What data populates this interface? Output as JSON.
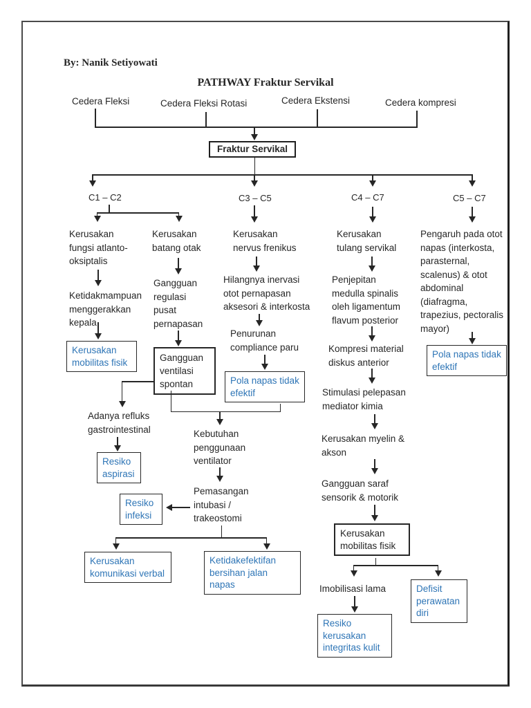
{
  "page": {
    "byline": "By: Nanik Setiyowati",
    "title": "PATHWAY Fraktur Servikal"
  },
  "colors": {
    "diagnosis_blue": "#2E75B6",
    "line_black": "#262626",
    "paper": "#ffffff"
  },
  "causes": [
    "Cedera Fleksi",
    "Cedera Fleksi Rotasi",
    "Cedera Ekstensi",
    "Cedera kompresi"
  ],
  "root": {
    "label": "Fraktur Servikal"
  },
  "segments": [
    "C1 – C2",
    "C3 – C5",
    "C4 – C7",
    "C5 – C7"
  ],
  "nodes": {
    "atlanto": [
      "Kerusakan",
      "fungsi atlanto-",
      "oksiptalis"
    ],
    "kepala": [
      "Ketidakmampuan",
      "menggerakkan",
      "kepala"
    ],
    "mobilitas1": [
      "Kerusakan",
      "mobilitas fisik"
    ],
    "batang": [
      "Kerusakan",
      "batang otak"
    ],
    "regulasi": [
      "Gangguan",
      "regulasi",
      "pusat",
      "pernapasan"
    ],
    "ventilasi": [
      "Gangguan",
      "ventilasi",
      "spontan"
    ],
    "frenikus": [
      "Kerusakan",
      "nervus frenikus"
    ],
    "inervasi": [
      "Hilangnya inervasi",
      "otot pernapasan",
      "aksesori & interkosta"
    ],
    "compliance": [
      "Penurunan",
      "compliance paru"
    ],
    "polanapas1": [
      "Pola napas tidak",
      "efektif"
    ],
    "tulang": [
      "Kerusakan",
      "tulang servikal"
    ],
    "penjepitan": [
      "Penjepitan",
      "medulla spinalis",
      "oleh ligamentum",
      "flavum posterior"
    ],
    "kompresi": [
      "Kompresi material",
      "diskus anterior"
    ],
    "stimulasi": [
      "Stimulasi pelepasan",
      "mediator kimia"
    ],
    "myelin": [
      "Kerusakan myelin &",
      "akson"
    ],
    "saraf": [
      "Gangguan saraf",
      "sensorik & motorik"
    ],
    "mobilitas2": [
      "Kerusakan",
      "mobilitas fisik"
    ],
    "imobilisasi": [
      "Imobilisasi lama"
    ],
    "integritas": [
      "Resiko",
      "kerusakan",
      "integritas kulit"
    ],
    "defisit": [
      "Defisit",
      "perawatan",
      "diri"
    ],
    "pengaruh": [
      "Pengaruh pada otot",
      "napas (interkosta,",
      "parasternal,",
      "scalenus) & otot",
      "abdominal",
      "(diafragma,",
      "trapezius, pectoralis",
      "mayor)"
    ],
    "polanapas2": [
      "Pola napas tidak",
      "efektif"
    ],
    "refluks": [
      "Adanya refluks",
      "gastrointestinal"
    ],
    "aspirasi": [
      "Resiko",
      "aspirasi"
    ],
    "kebutuhan": [
      "Kebutuhan",
      "penggunaan",
      "ventilator"
    ],
    "pemasangan": [
      "Pemasangan",
      "intubasi /",
      "trakeostomi"
    ],
    "infeksi": [
      "Resiko",
      "infeksi"
    ],
    "komunikasi": [
      "Kerusakan",
      "komunikasi verbal"
    ],
    "bersihan": [
      "Ketidakefektifan",
      "bersihan jalan napas"
    ]
  }
}
